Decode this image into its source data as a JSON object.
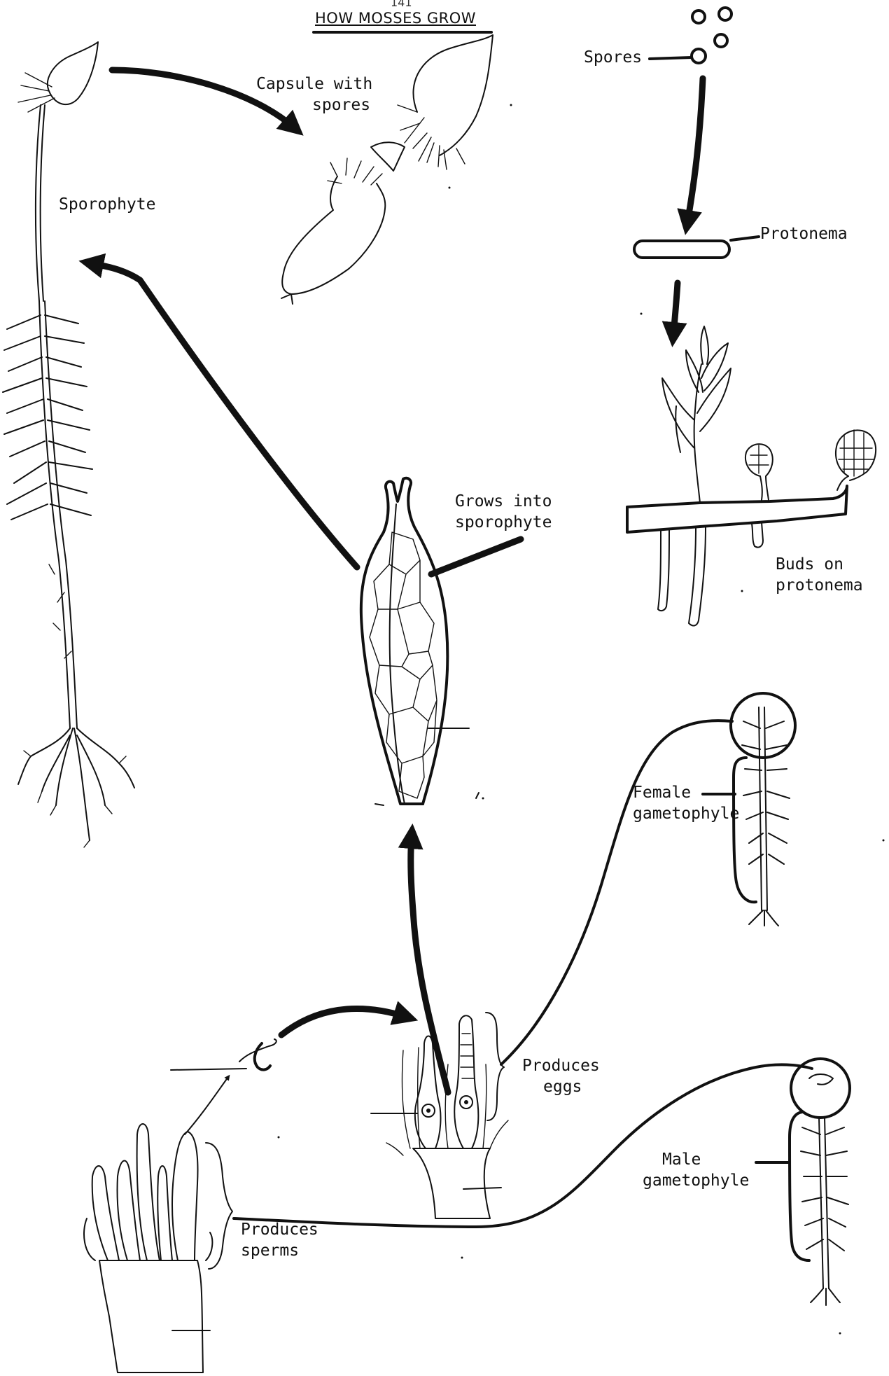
{
  "page_number": "141",
  "title": "HOW MOSSES GROW",
  "labels": {
    "capsule_with_spores": [
      "Capsule with",
      "spores"
    ],
    "spores": "Spores",
    "sporophyte": "Sporophyte",
    "protonema": "Protonema",
    "grows_into_sporophyte": [
      "Grows into",
      "sporophyte"
    ],
    "buds_on_protonema": [
      "Buds on",
      "protonema"
    ],
    "female_gametophyle": [
      "Female",
      "gametophyle"
    ],
    "produces_eggs": [
      "Produces",
      "eggs"
    ],
    "male_gametophyle": [
      "Male",
      "gametophyle"
    ],
    "produces_sperms": [
      "Produces",
      "sperms"
    ]
  },
  "colors": {
    "ink": "#111111",
    "background": "#ffffff"
  }
}
